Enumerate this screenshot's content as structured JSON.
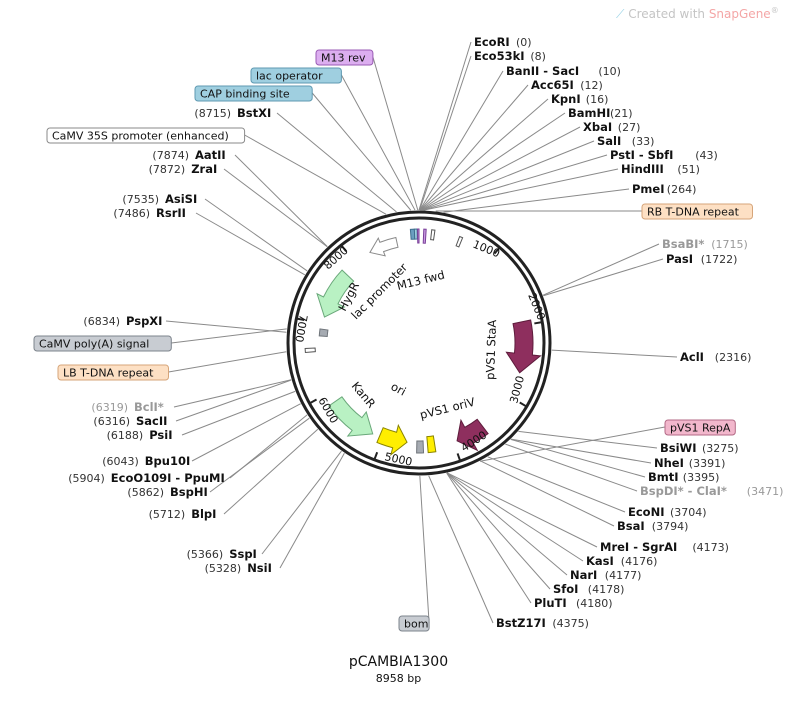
{
  "watermark": {
    "prefix": "Created with ",
    "brand": "SnapGene",
    "mark": "®"
  },
  "plasmid": {
    "name": "pCAMBIA1300",
    "size_label": "8958 bp",
    "length": 8958
  },
  "ticks": [
    "1000",
    "2000",
    "3000",
    "4000",
    "5000",
    "6000",
    "7000",
    "8000"
  ],
  "sites_right": [
    {
      "name": "EcoRI",
      "pos": "(0)"
    },
    {
      "name": "Eco53kI",
      "pos": "(8)"
    },
    {
      "name": "BanII - SacI",
      "pos": "(10)"
    },
    {
      "name": "Acc65I",
      "pos": "(12)"
    },
    {
      "name": "KpnI",
      "pos": "(16)"
    },
    {
      "name": "BamHI",
      "pos": "(21)"
    },
    {
      "name": "XbaI",
      "pos": "(27)"
    },
    {
      "name": "SalI",
      "pos": "(33)"
    },
    {
      "name": "PstI - SbfI",
      "pos": "(43)"
    },
    {
      "name": "HindIII",
      "pos": "(51)"
    },
    {
      "name": "PmeI",
      "pos": "(264)"
    },
    {
      "name": "BsaBI*",
      "pos": "(1715)",
      "grey": true
    },
    {
      "name": "PasI",
      "pos": "(1722)"
    },
    {
      "name": "AclI",
      "pos": "(2316)"
    },
    {
      "name": "BsiWI",
      "pos": "(3275)"
    },
    {
      "name": "NheI",
      "pos": "(3391)"
    },
    {
      "name": "BmtI",
      "pos": "(3395)"
    },
    {
      "name": "BspDI* - ClaI*",
      "pos": "(3471)",
      "grey": true
    },
    {
      "name": "EcoNI",
      "pos": "(3704)"
    },
    {
      "name": "BsaI",
      "pos": "(3794)"
    },
    {
      "name": "MreI - SgrAI",
      "pos": "(4173)"
    },
    {
      "name": "KasI",
      "pos": "(4176)"
    },
    {
      "name": "NarI",
      "pos": "(4177)"
    },
    {
      "name": "SfoI",
      "pos": "(4178)"
    },
    {
      "name": "PluTI",
      "pos": "(4180)"
    },
    {
      "name": "BstZ17I",
      "pos": "(4375)"
    }
  ],
  "sites_left": [
    {
      "name": "BstXI",
      "pos": "(8715)"
    },
    {
      "name": "AatII",
      "pos": "(7874)"
    },
    {
      "name": "ZraI",
      "pos": "(7872)"
    },
    {
      "name": "AsiSI",
      "pos": "(7535)"
    },
    {
      "name": "RsrII",
      "pos": "(7486)"
    },
    {
      "name": "PspXI",
      "pos": "(6834)"
    },
    {
      "name": "BclI*",
      "pos": "(6319)",
      "grey": true
    },
    {
      "name": "SacII",
      "pos": "(6316)"
    },
    {
      "name": "PsiI",
      "pos": "(6188)"
    },
    {
      "name": "Bpu10I",
      "pos": "(6043)"
    },
    {
      "name": "EcoO109I - PpuMI",
      "pos": "(5904)"
    },
    {
      "name": "BspHI",
      "pos": "(5862)"
    },
    {
      "name": "BlpI",
      "pos": "(5712)"
    },
    {
      "name": "SspI",
      "pos": "(5366)"
    },
    {
      "name": "NsiI",
      "pos": "(5328)"
    }
  ],
  "feature_boxes": [
    {
      "label": "M13 rev",
      "fill": "#dcaef0",
      "stroke": "#9a5bb5"
    },
    {
      "label": "lac operator",
      "fill": "#9fcfe0",
      "stroke": "#5f9ab2"
    },
    {
      "label": "CAP binding site",
      "fill": "#9fcfe0",
      "stroke": "#5f9ab2"
    },
    {
      "label": "CaMV 35S promoter (enhanced)",
      "fill": "#ffffff",
      "stroke": "#8a8a8a"
    },
    {
      "label": "RB T-DNA repeat",
      "fill": "#fde0c4",
      "stroke": "#d6a57a"
    },
    {
      "label": "CaMV poly(A) signal",
      "fill": "#c8ccd2",
      "stroke": "#7d848c"
    },
    {
      "label": "LB T-DNA repeat",
      "fill": "#fde0c4",
      "stroke": "#d6a57a"
    },
    {
      "label": "pVS1 RepA",
      "fill": "#f2b7cc",
      "stroke": "#b36a86"
    },
    {
      "label": "bom",
      "fill": "#c8ccd2",
      "stroke": "#7d848c"
    }
  ],
  "inner_labels": {
    "hygr": "HygR",
    "lac_promoter": "lac promoter",
    "m13_fwd": "M13 fwd",
    "pvs1_staa": "pVS1 StaA",
    "pvs1_oriv": "pVS1 oriV",
    "kanr": "KanR",
    "ori": "ori"
  },
  "colors": {
    "backbone": "#222222",
    "hygr": "#b9f1c3",
    "kanr": "#b9f1c3",
    "pvs1_arrow": "#8e2f5e",
    "ori_yellow": "#ffee00",
    "grey_feature": "#a6abb2"
  }
}
